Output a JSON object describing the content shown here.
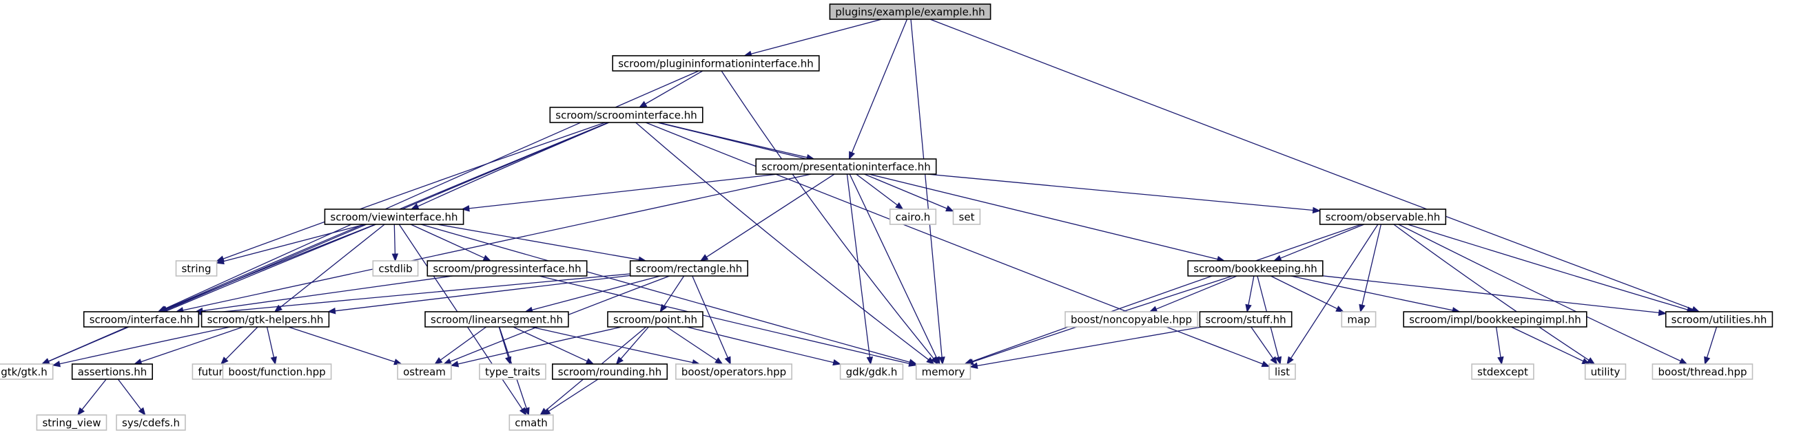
{
  "graph": {
    "edge_color": "#191970",
    "nodes": [
      {
        "id": "root",
        "label": "plugins/example/example.hh",
        "kind": "root"
      },
      {
        "id": "pii",
        "label": "scroom/plugininformationinterface.hh",
        "kind": "internal"
      },
      {
        "id": "si",
        "label": "scroom/scroominterface.hh",
        "kind": "internal"
      },
      {
        "id": "pi",
        "label": "scroom/presentationinterface.hh",
        "kind": "internal"
      },
      {
        "id": "vi",
        "label": "scroom/viewinterface.hh",
        "kind": "internal"
      },
      {
        "id": "obs",
        "label": "scroom/observable.hh",
        "kind": "internal"
      },
      {
        "id": "pgi",
        "label": "scroom/progressinterface.hh",
        "kind": "internal"
      },
      {
        "id": "rect",
        "label": "scroom/rectangle.hh",
        "kind": "internal"
      },
      {
        "id": "bk",
        "label": "scroom/bookkeeping.hh",
        "kind": "internal"
      },
      {
        "id": "iface",
        "label": "scroom/interface.hh",
        "kind": "internal"
      },
      {
        "id": "gtkh",
        "label": "scroom/gtk-helpers.hh",
        "kind": "internal"
      },
      {
        "id": "ls",
        "label": "scroom/linearsegment.hh",
        "kind": "internal"
      },
      {
        "id": "pt",
        "label": "scroom/point.hh",
        "kind": "internal"
      },
      {
        "id": "stuff",
        "label": "scroom/stuff.hh",
        "kind": "internal"
      },
      {
        "id": "bki",
        "label": "scroom/impl/bookkeepingimpl.hh",
        "kind": "internal"
      },
      {
        "id": "util",
        "label": "scroom/utilities.hh",
        "kind": "internal"
      },
      {
        "id": "asrt",
        "label": "assertions.hh",
        "kind": "internal"
      },
      {
        "id": "rnd",
        "label": "scroom/rounding.hh",
        "kind": "internal"
      },
      {
        "id": "cairo",
        "label": "cairo.h",
        "kind": "external"
      },
      {
        "id": "set",
        "label": "set",
        "kind": "external"
      },
      {
        "id": "string",
        "label": "string",
        "kind": "external"
      },
      {
        "id": "cstdlib",
        "label": "cstdlib",
        "kind": "external"
      },
      {
        "id": "bnc",
        "label": "boost/noncopyable.hpp",
        "kind": "external"
      },
      {
        "id": "map",
        "label": "map",
        "kind": "external"
      },
      {
        "id": "gtk",
        "label": "gtk/gtk.h",
        "kind": "external"
      },
      {
        "id": "future",
        "label": "future",
        "kind": "external"
      },
      {
        "id": "bfun",
        "label": "boost/function.hpp",
        "kind": "external"
      },
      {
        "id": "ostream",
        "label": "ostream",
        "kind": "external"
      },
      {
        "id": "tt",
        "label": "type_traits",
        "kind": "external"
      },
      {
        "id": "bop",
        "label": "boost/operators.hpp",
        "kind": "external"
      },
      {
        "id": "gdk",
        "label": "gdk/gdk.h",
        "kind": "external"
      },
      {
        "id": "memory",
        "label": "memory",
        "kind": "external"
      },
      {
        "id": "list",
        "label": "list",
        "kind": "external"
      },
      {
        "id": "stdexcept",
        "label": "stdexcept",
        "kind": "external"
      },
      {
        "id": "utility",
        "label": "utility",
        "kind": "external"
      },
      {
        "id": "bthr",
        "label": "boost/thread.hpp",
        "kind": "external"
      },
      {
        "id": "sv",
        "label": "string_view",
        "kind": "external"
      },
      {
        "id": "cdefs",
        "label": "sys/cdefs.h",
        "kind": "external"
      },
      {
        "id": "cmath",
        "label": "cmath",
        "kind": "external"
      }
    ],
    "edges": [
      [
        "root",
        "pii"
      ],
      [
        "root",
        "pi"
      ],
      [
        "root",
        "memory"
      ],
      [
        "root",
        "util"
      ],
      [
        "pii",
        "si"
      ],
      [
        "pii",
        "iface"
      ],
      [
        "pii",
        "memory"
      ],
      [
        "si",
        "pi"
      ],
      [
        "si",
        "vi"
      ],
      [
        "si",
        "bk"
      ],
      [
        "si",
        "string"
      ],
      [
        "si",
        "iface"
      ],
      [
        "si",
        "gtk"
      ],
      [
        "si",
        "memory"
      ],
      [
        "si",
        "list"
      ],
      [
        "pi",
        "vi"
      ],
      [
        "pi",
        "obs"
      ],
      [
        "pi",
        "rect"
      ],
      [
        "pi",
        "cairo"
      ],
      [
        "pi",
        "set"
      ],
      [
        "pi",
        "gdk"
      ],
      [
        "pi",
        "memory"
      ],
      [
        "pi",
        "iface"
      ],
      [
        "vi",
        "string"
      ],
      [
        "vi",
        "cstdlib"
      ],
      [
        "vi",
        "pgi"
      ],
      [
        "vi",
        "rect"
      ],
      [
        "vi",
        "iface"
      ],
      [
        "vi",
        "gtkh"
      ],
      [
        "vi",
        "gtk"
      ],
      [
        "vi",
        "memory"
      ],
      [
        "vi",
        "cmath"
      ],
      [
        "obs",
        "bk"
      ],
      [
        "obs",
        "map"
      ],
      [
        "obs",
        "list"
      ],
      [
        "obs",
        "memory"
      ],
      [
        "obs",
        "util"
      ],
      [
        "obs",
        "utility"
      ],
      [
        "obs",
        "bthr"
      ],
      [
        "pgi",
        "iface"
      ],
      [
        "pgi",
        "memory"
      ],
      [
        "rect",
        "ls"
      ],
      [
        "rect",
        "pt"
      ],
      [
        "rect",
        "iface"
      ],
      [
        "rect",
        "gtkh"
      ],
      [
        "rect",
        "ostream"
      ],
      [
        "rect",
        "bop"
      ],
      [
        "bk",
        "bnc"
      ],
      [
        "bk",
        "map"
      ],
      [
        "bk",
        "stuff"
      ],
      [
        "bk",
        "bki"
      ],
      [
        "bk",
        "util"
      ],
      [
        "bk",
        "list"
      ],
      [
        "bk",
        "memory"
      ],
      [
        "gtkh",
        "gtk"
      ],
      [
        "gtkh",
        "asrt"
      ],
      [
        "gtkh",
        "future"
      ],
      [
        "gtkh",
        "bfun"
      ],
      [
        "gtkh",
        "ostream"
      ],
      [
        "ls",
        "ostream"
      ],
      [
        "ls",
        "tt"
      ],
      [
        "ls",
        "rnd"
      ],
      [
        "ls",
        "bop"
      ],
      [
        "ls",
        "cmath"
      ],
      [
        "pt",
        "ostream"
      ],
      [
        "pt",
        "rnd"
      ],
      [
        "pt",
        "bop"
      ],
      [
        "pt",
        "gdk"
      ],
      [
        "pt",
        "cmath"
      ],
      [
        "stuff",
        "list"
      ],
      [
        "stuff",
        "memory"
      ],
      [
        "bki",
        "stdexcept"
      ],
      [
        "bki",
        "utility"
      ],
      [
        "util",
        "bthr"
      ],
      [
        "asrt",
        "sv"
      ],
      [
        "asrt",
        "cdefs"
      ],
      [
        "rnd",
        "cmath"
      ]
    ]
  }
}
